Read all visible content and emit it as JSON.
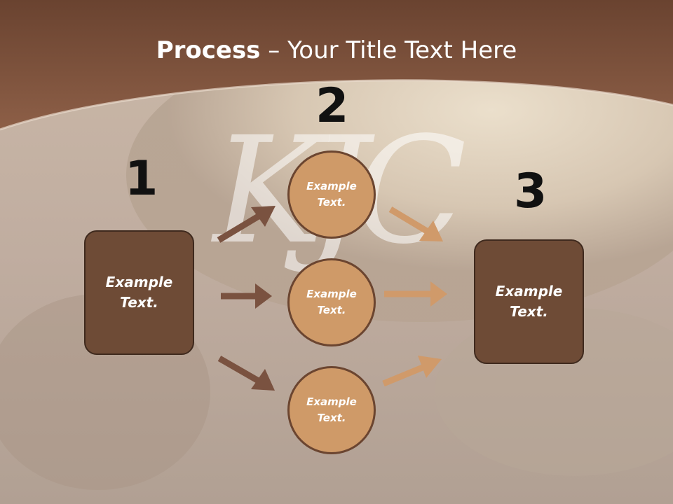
{
  "slide": {
    "title_bold": "Process",
    "title_rest": " – Your Title Text Here",
    "watermark": "KJC",
    "numbers": {
      "n1": "1",
      "n2": "2",
      "n3": "3"
    },
    "left_box": "Example\nText.",
    "right_box": "Example\nText.",
    "circles": [
      "Example\nText.",
      "Example\nText.",
      "Example\nText."
    ]
  },
  "colors": {
    "header_brown": "#7a5038",
    "box_brown": "#6e4b36",
    "circle_tan": "#cf9a68",
    "arrow_dark": "#7a5240",
    "arrow_light": "#d09a6a"
  }
}
